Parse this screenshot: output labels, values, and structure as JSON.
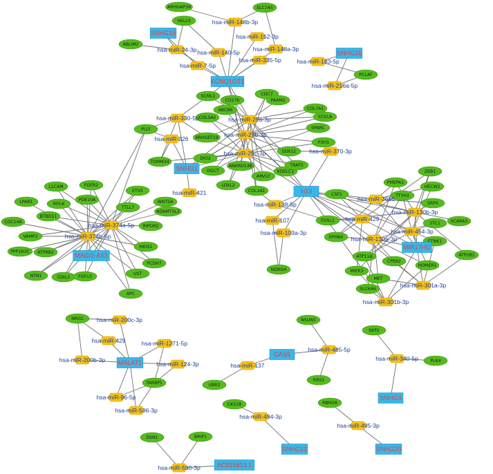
{
  "colors": {
    "gene": "#55bb1e",
    "mirna": "#f7c216",
    "lncrna": "#37b8ea",
    "mirna_text": "#1c3c9c",
    "lncrna_text": "#f03a3a",
    "edge": "#6f6f6f"
  },
  "lncrnas": [
    {
      "id": "SNHG15",
      "label": "SNHG15"
    },
    {
      "id": "SNHG16",
      "label": "SNHG16"
    },
    {
      "id": "KCNQ1OT1",
      "label": "KCNQ1OT1"
    },
    {
      "id": "SNHG1",
      "label": "SNHG1"
    },
    {
      "id": "H19",
      "label": "H19"
    },
    {
      "id": "MAGI2-AS3",
      "label": "MAGI2-AS3"
    },
    {
      "id": "MIR17HG",
      "label": "MIR17HG"
    },
    {
      "id": "MALAT1",
      "label": "MALAT1"
    },
    {
      "id": "GAS5",
      "label": "GAS5"
    },
    {
      "id": "SNHG3",
      "label": "SNHG3"
    },
    {
      "id": "SNHG12",
      "label": "SNHG12"
    },
    {
      "id": "SNHG20",
      "label": "SNHG20"
    },
    {
      "id": "AC0158131",
      "label": "AC015813.1"
    }
  ],
  "mirnas": [
    {
      "id": "m148b",
      "label": "hsa-miR-148b-3p"
    },
    {
      "id": "m152",
      "label": "hsa-miR-152-3p"
    },
    {
      "id": "m148a",
      "label": "hsa-miR-148a-3p"
    },
    {
      "id": "m24",
      "label": "hsa-miR-24-3p"
    },
    {
      "id": "m140",
      "label": "hsa-miR-140-5p"
    },
    {
      "id": "m335",
      "label": "hsa-miR-335-5p"
    },
    {
      "id": "m7",
      "label": "hsa-miR-7-5p"
    },
    {
      "id": "m183",
      "label": "hsa-miR-183-5p"
    },
    {
      "id": "m216a",
      "label": "hsa-miR-216a-5p"
    },
    {
      "id": "m330",
      "label": "hsa-miR-330-5p"
    },
    {
      "id": "m29a",
      "label": "hsa-miR-29a-3p"
    },
    {
      "id": "m29b",
      "label": "hsa-miR-29b-3p"
    },
    {
      "id": "m326",
      "label": "hsa-miR-326"
    },
    {
      "id": "m29c",
      "label": "hsa-miR-29c-3p"
    },
    {
      "id": "m370",
      "label": "hsa-miR-370-3p"
    },
    {
      "id": "m421",
      "label": "hsa-miR-421"
    },
    {
      "id": "m138",
      "label": "hsa-miR-138-5p"
    },
    {
      "id": "m107",
      "label": "hsa-miR-107"
    },
    {
      "id": "m103a",
      "label": "hsa-miR-103a-3p"
    },
    {
      "id": "m3666",
      "label": "hsa-miR-3666"
    },
    {
      "id": "m130b",
      "label": "hsa-miR-130b-3p"
    },
    {
      "id": "m429a",
      "label": "hsa-miR-429"
    },
    {
      "id": "m454",
      "label": "hsa-miR-454-3p"
    },
    {
      "id": "m130a",
      "label": "hsa-miR-130a-3p"
    },
    {
      "id": "m301a",
      "label": "hsa-miR-301a-3p"
    },
    {
      "id": "m301b",
      "label": "hsa-miR-301b-3p"
    },
    {
      "id": "m374a",
      "label": "hsa-miR-374a-5p"
    },
    {
      "id": "m374b",
      "label": "hsa-miR-374b-5p"
    },
    {
      "id": "m200c",
      "label": "hsa-miR-200c-3p"
    },
    {
      "id": "m429b",
      "label": "hsa-miR-429"
    },
    {
      "id": "m1271",
      "label": "hsa-miR-1271-5p"
    },
    {
      "id": "m200b",
      "label": "hsa-miR-200b-3p"
    },
    {
      "id": "m124",
      "label": "hsa-miR-124-3p"
    },
    {
      "id": "m96",
      "label": "hsa-miR-96-5p"
    },
    {
      "id": "m506",
      "label": "hsa-miR-506-3p"
    },
    {
      "id": "m485",
      "label": "hsa-miR-485-5p"
    },
    {
      "id": "m137",
      "label": "hsa-miR-137"
    },
    {
      "id": "m340",
      "label": "hsa-miR-340-5p"
    },
    {
      "id": "m494",
      "label": "hsa-miR-494-3p"
    },
    {
      "id": "m495",
      "label": "hsa-miR-495-3p"
    },
    {
      "id": "m590",
      "label": "hsa-miR-590-3p"
    }
  ],
  "genes": [
    {
      "id": "ARHGAP39",
      "label": "ARHGAP39"
    },
    {
      "id": "SLC7A5",
      "label": "SLC7A5"
    },
    {
      "id": "HELLS",
      "label": "HELLS"
    },
    {
      "id": "ABLIM2",
      "label": "ABLIM2"
    },
    {
      "id": "PCLAF",
      "label": "PCLAF"
    },
    {
      "id": "SCML1",
      "label": "SCML1"
    },
    {
      "id": "CDC7",
      "label": "CDC7"
    },
    {
      "id": "CD27b",
      "label": "CD27b"
    },
    {
      "id": "PAAM2",
      "label": "PAAM2"
    },
    {
      "id": "ABCB6",
      "label": "ABCB6"
    },
    {
      "id": "COL7A1",
      "label": "COL7A1"
    },
    {
      "id": "COL5A2",
      "label": "COL5A2"
    },
    {
      "id": "STX1A",
      "label": "STX1A"
    },
    {
      "id": "PI15",
      "label": "PI15"
    },
    {
      "id": "ARHGEF19",
      "label": "ARHGEF19"
    },
    {
      "id": "SPARC",
      "label": "SPARC"
    },
    {
      "id": "P3H1",
      "label": "P3H1"
    },
    {
      "id": "SOX12",
      "label": "SOX12"
    },
    {
      "id": "TOMM34",
      "label": "TOMM34"
    },
    {
      "id": "DIO2",
      "label": "DIO2"
    },
    {
      "id": "GGCT",
      "label": "GGCT"
    },
    {
      "id": "ANKRD13B",
      "label": "ANKRD13B"
    },
    {
      "id": "KDELC1",
      "label": "KDELC1"
    },
    {
      "id": "TRAF5",
      "label": "TRAF5"
    },
    {
      "id": "LOXL2",
      "label": "LOXL2"
    },
    {
      "id": "ARVCF",
      "label": "ARVCF"
    },
    {
      "id": "COL1A1",
      "label": "COL1A1"
    },
    {
      "id": "ZEB1",
      "label": "ZEB1"
    },
    {
      "id": "PMEPA1",
      "label": "PMEPA1"
    },
    {
      "id": "HECW2",
      "label": "HECW2"
    },
    {
      "id": "CSF1",
      "label": "CSF1"
    },
    {
      "id": "TTYH3",
      "label": "TTYH3"
    },
    {
      "id": "SRPX",
      "label": "SRPX"
    },
    {
      "id": "SCARA3",
      "label": "SCARA3"
    },
    {
      "id": "STC1",
      "label": "STC1"
    },
    {
      "id": "FOSL1",
      "label": "FOSL1"
    },
    {
      "id": "EPHB4",
      "label": "EPHB4"
    },
    {
      "id": "ETNK1",
      "label": "ETNK1"
    },
    {
      "id": "ATP11A",
      "label": "ATP11A"
    },
    {
      "id": "CPEB2",
      "label": "CPEB2"
    },
    {
      "id": "HOMER1",
      "label": "HOMER1"
    },
    {
      "id": "ATP2B1",
      "label": "ATP2B1"
    },
    {
      "id": "MIER3",
      "label": "MIER3"
    },
    {
      "id": "MET",
      "label": "MET"
    },
    {
      "id": "SLC6A6",
      "label": "SLC6A6"
    },
    {
      "id": "NDRG4",
      "label": "NDRG4"
    },
    {
      "id": "L1CAM",
      "label": "L1CAM"
    },
    {
      "id": "FGFR2",
      "label": "FGFR2"
    },
    {
      "id": "LPAR1",
      "label": "LPAR1"
    },
    {
      "id": "MYLK",
      "label": "MYLK"
    },
    {
      "id": "PDE10A",
      "label": "PDE10A"
    },
    {
      "id": "ETV5",
      "label": "ETV5"
    },
    {
      "id": "WNT5A",
      "label": "WNT5A"
    },
    {
      "id": "BTBD11",
      "label": "BTBD11"
    },
    {
      "id": "TTLL7",
      "label": "TTLL7"
    },
    {
      "id": "ADAMTSL3",
      "label": "ADAMTSL3"
    },
    {
      "id": "CDC14A",
      "label": "CDC14A"
    },
    {
      "id": "RIPOR2",
      "label": "RIPOR2"
    },
    {
      "id": "VAMP2",
      "label": "VAMP2"
    },
    {
      "id": "PPP1R3C",
      "label": "PPP1R3C"
    },
    {
      "id": "ATP8B2",
      "label": "ATP8B2"
    },
    {
      "id": "MEIS1",
      "label": "MEIS1"
    },
    {
      "id": "PCDH7",
      "label": "PCDH7"
    },
    {
      "id": "NTN1",
      "label": "NTN1"
    },
    {
      "id": "EDIL3",
      "label": "EDIL3"
    },
    {
      "id": "FGF13",
      "label": "FGF13"
    },
    {
      "id": "UST",
      "label": "UST"
    },
    {
      "id": "APC",
      "label": "APC"
    },
    {
      "id": "NRG1",
      "label": "NRG1"
    },
    {
      "id": "TARBP1",
      "label": "TARBP1"
    },
    {
      "id": "NSUN5",
      "label": "NSUN5"
    },
    {
      "id": "SKP2",
      "label": "SKP2"
    },
    {
      "id": "PLK4",
      "label": "PLK4"
    },
    {
      "id": "RRS1",
      "label": "RRS1"
    },
    {
      "id": "UBR2",
      "label": "UBR2"
    },
    {
      "id": "CKS1B",
      "label": "CKS1B"
    },
    {
      "id": "RBM28",
      "label": "RBM28"
    },
    {
      "id": "DSN1",
      "label": "DSN1"
    },
    {
      "id": "BRIP1",
      "label": "BRIP1"
    }
  ]
}
